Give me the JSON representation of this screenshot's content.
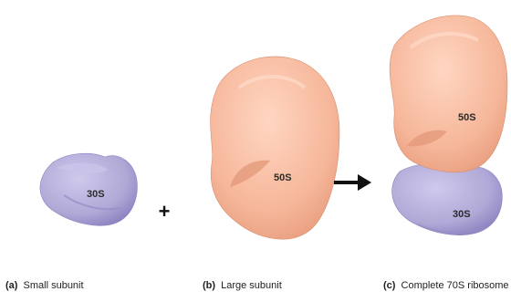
{
  "colors": {
    "small_subunit": "#b3acd8",
    "small_subunit_shadow": "#8f86c2",
    "large_subunit": "#f6b79a",
    "large_subunit_shadow": "#e6997a",
    "symbol": "#111111"
  },
  "panels": [
    {
      "subunit_label": "30S",
      "caption_letter": "(a)",
      "caption_text": "Small subunit"
    },
    {
      "subunit_label": "50S",
      "caption_letter": "(b)",
      "caption_text": "Large subunit"
    },
    {
      "large_label": "50S",
      "small_label": "30S",
      "caption_letter": "(c)",
      "caption_text": "Complete 70S ribosome"
    }
  ],
  "operators": {
    "plus": "+",
    "arrow": "→"
  }
}
